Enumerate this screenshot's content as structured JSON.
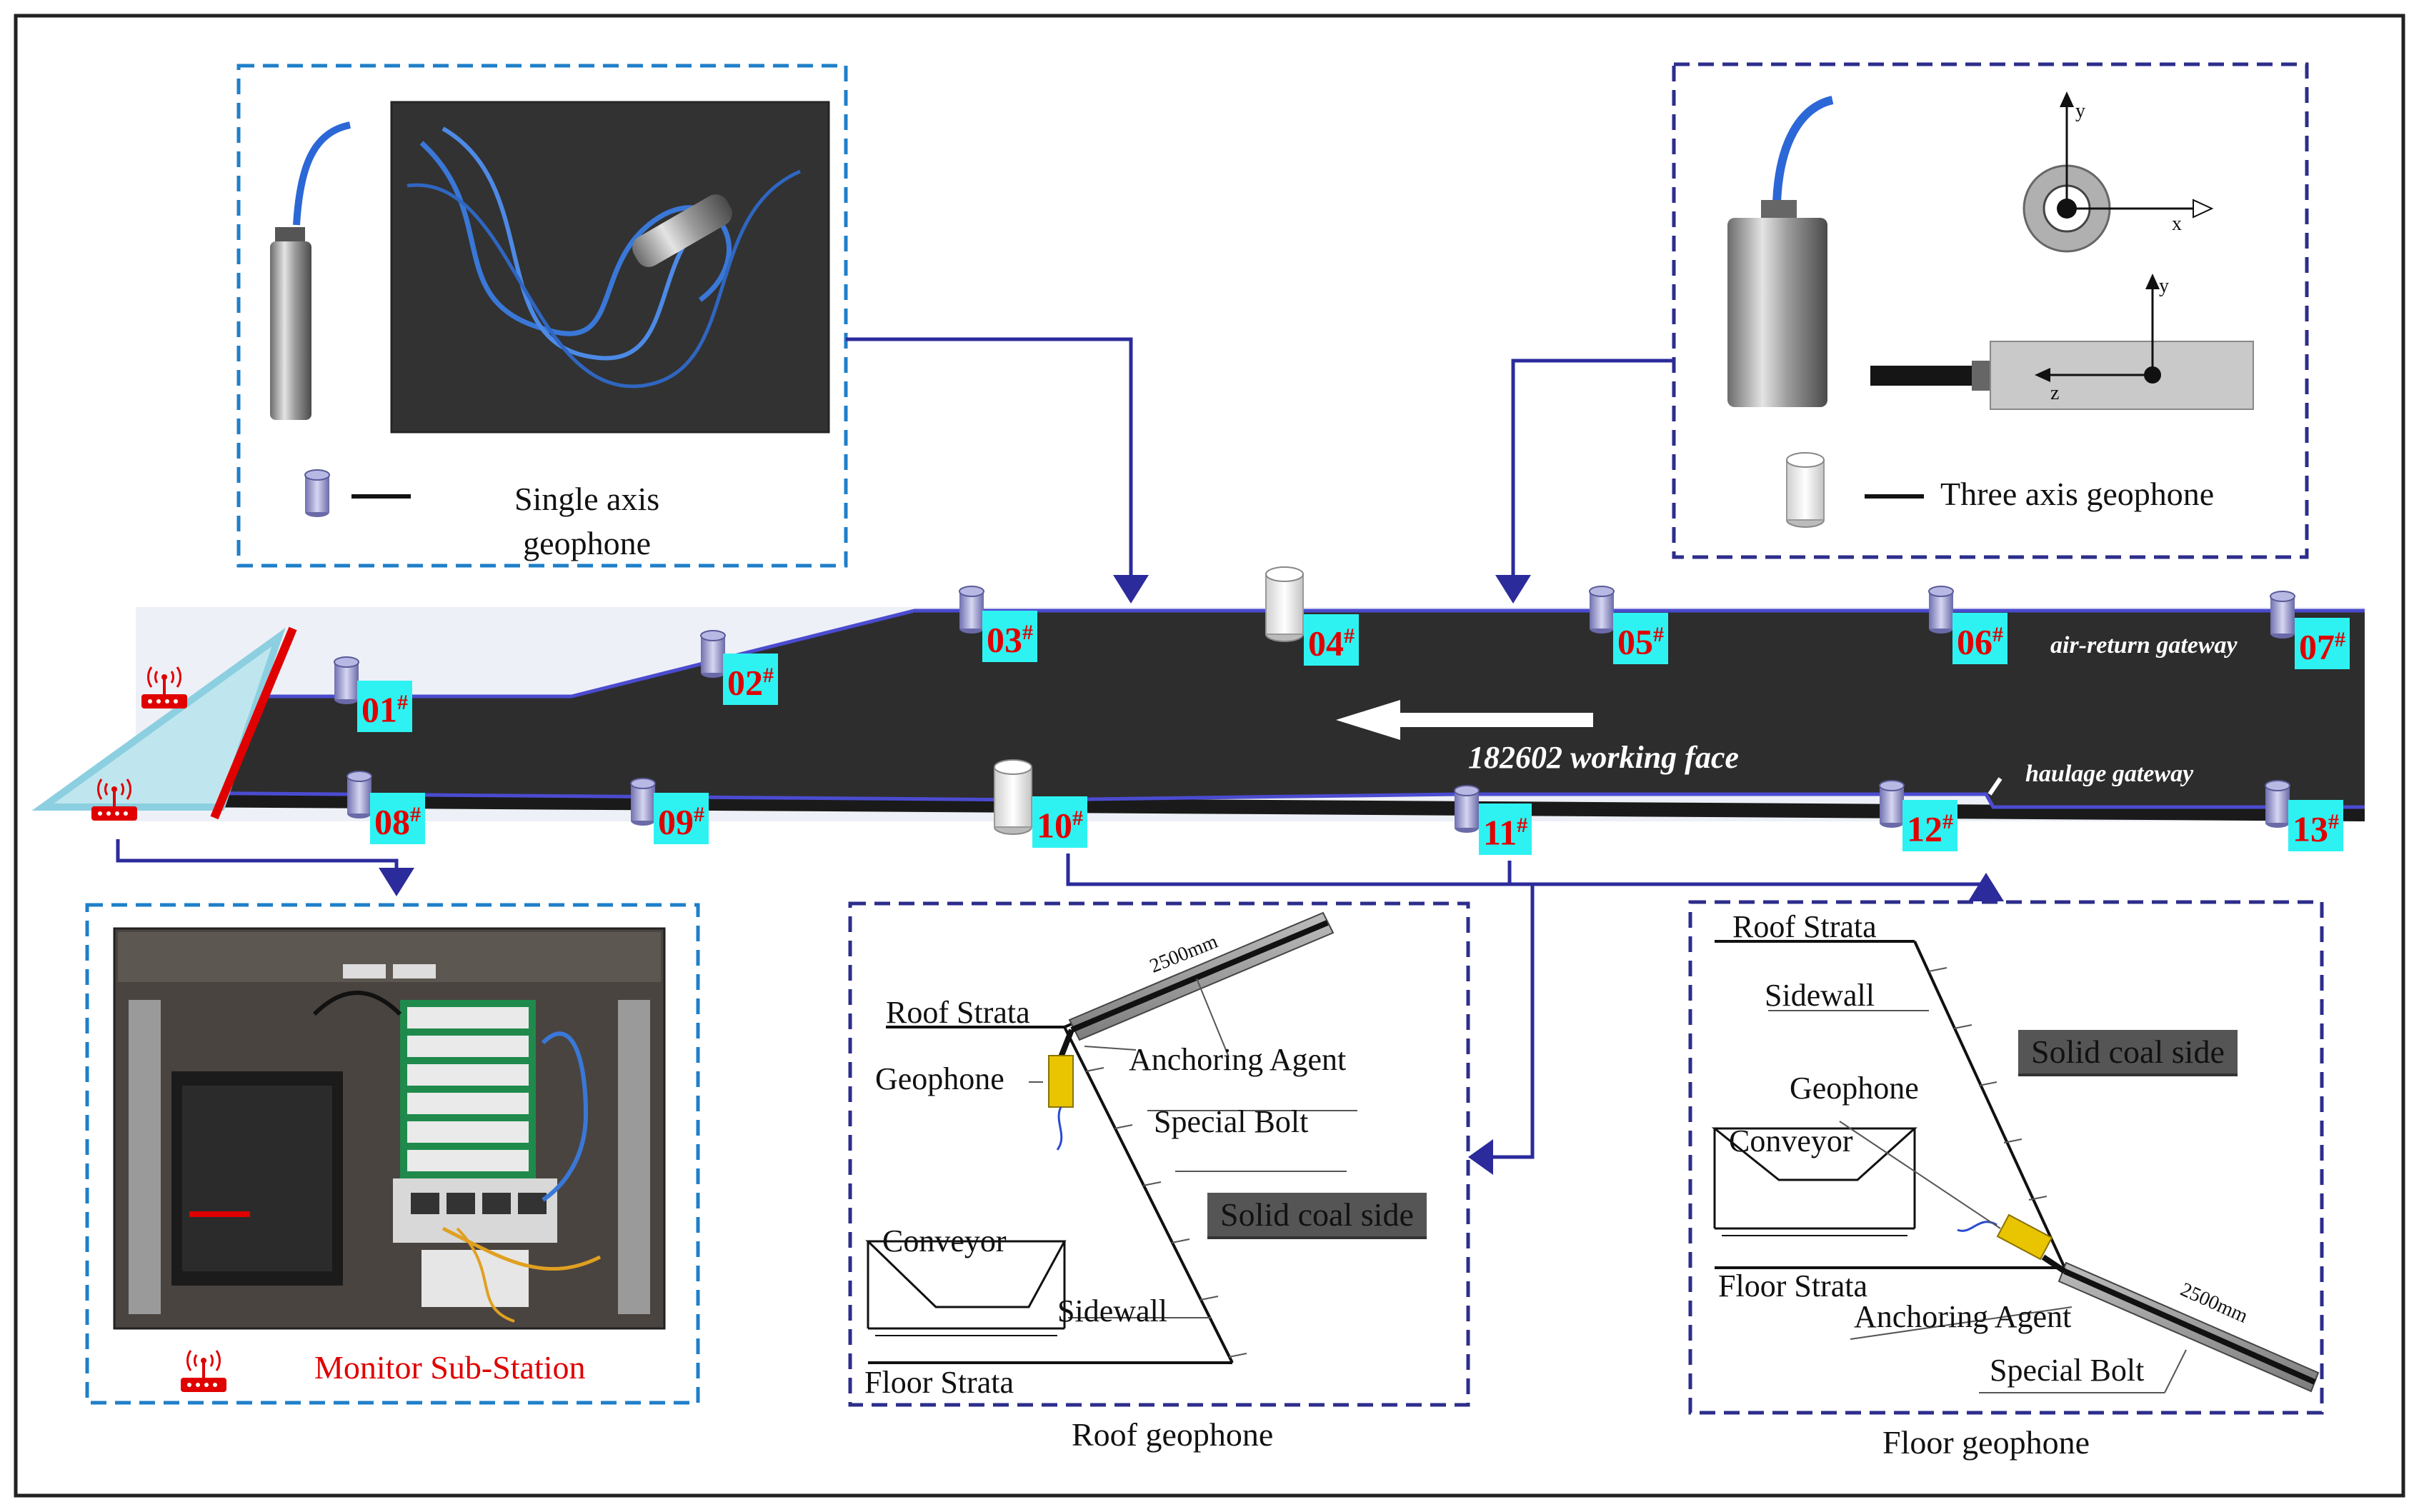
{
  "figure": {
    "single_axis_label": [
      "Single axis",
      "geophone"
    ],
    "three_axis_label": "Three axis geophone",
    "monitor_label": "Monitor Sub-Station",
    "working_face": "182602 working face",
    "air_return": "air-return gateway",
    "haulage": "haulage gateway",
    "roof_caption": "Roof geophone",
    "floor_caption": "Floor geophone",
    "axis_labels": {
      "x": "x",
      "y": "y",
      "z": "z"
    }
  },
  "geophones": [
    {
      "num": "01",
      "type": "single"
    },
    {
      "num": "02",
      "type": "single"
    },
    {
      "num": "03",
      "type": "single"
    },
    {
      "num": "04",
      "type": "three"
    },
    {
      "num": "05",
      "type": "single"
    },
    {
      "num": "06",
      "type": "single"
    },
    {
      "num": "07",
      "type": "single"
    },
    {
      "num": "08",
      "type": "single"
    },
    {
      "num": "09",
      "type": "single"
    },
    {
      "num": "10",
      "type": "three"
    },
    {
      "num": "11",
      "type": "single"
    },
    {
      "num": "12",
      "type": "single"
    },
    {
      "num": "13",
      "type": "single"
    }
  ],
  "roof_detail": {
    "roof_strata": "Roof Strata",
    "geophone": "Geophone",
    "anchoring_agent": "Anchoring Agent",
    "special_bolt": "Special Bolt",
    "length": "2500mm",
    "solid_coal": "Solid coal side",
    "conveyor": "Conveyor",
    "sidewall": "Sidewall",
    "floor_strata": "Floor Strata"
  },
  "floor_detail": {
    "roof_strata": "Roof Strata",
    "sidewall": "Sidewall",
    "solid_coal": "Solid coal side",
    "geophone": "Geophone",
    "conveyor": "Conveyor",
    "floor_strata": "Floor Strata",
    "anchoring_agent": "Anchoring Agent",
    "special_bolt": "Special Bolt",
    "length": "2500mm"
  },
  "colors": {
    "tag_bg": "#2ef2f2",
    "tag_text": "#e00000",
    "face": "#2d2d2d",
    "arrow": "#2b2b9c",
    "dashed_blue": "#1f7fc9",
    "dashed_navy": "#2d2d8c",
    "router": "#e00000"
  }
}
